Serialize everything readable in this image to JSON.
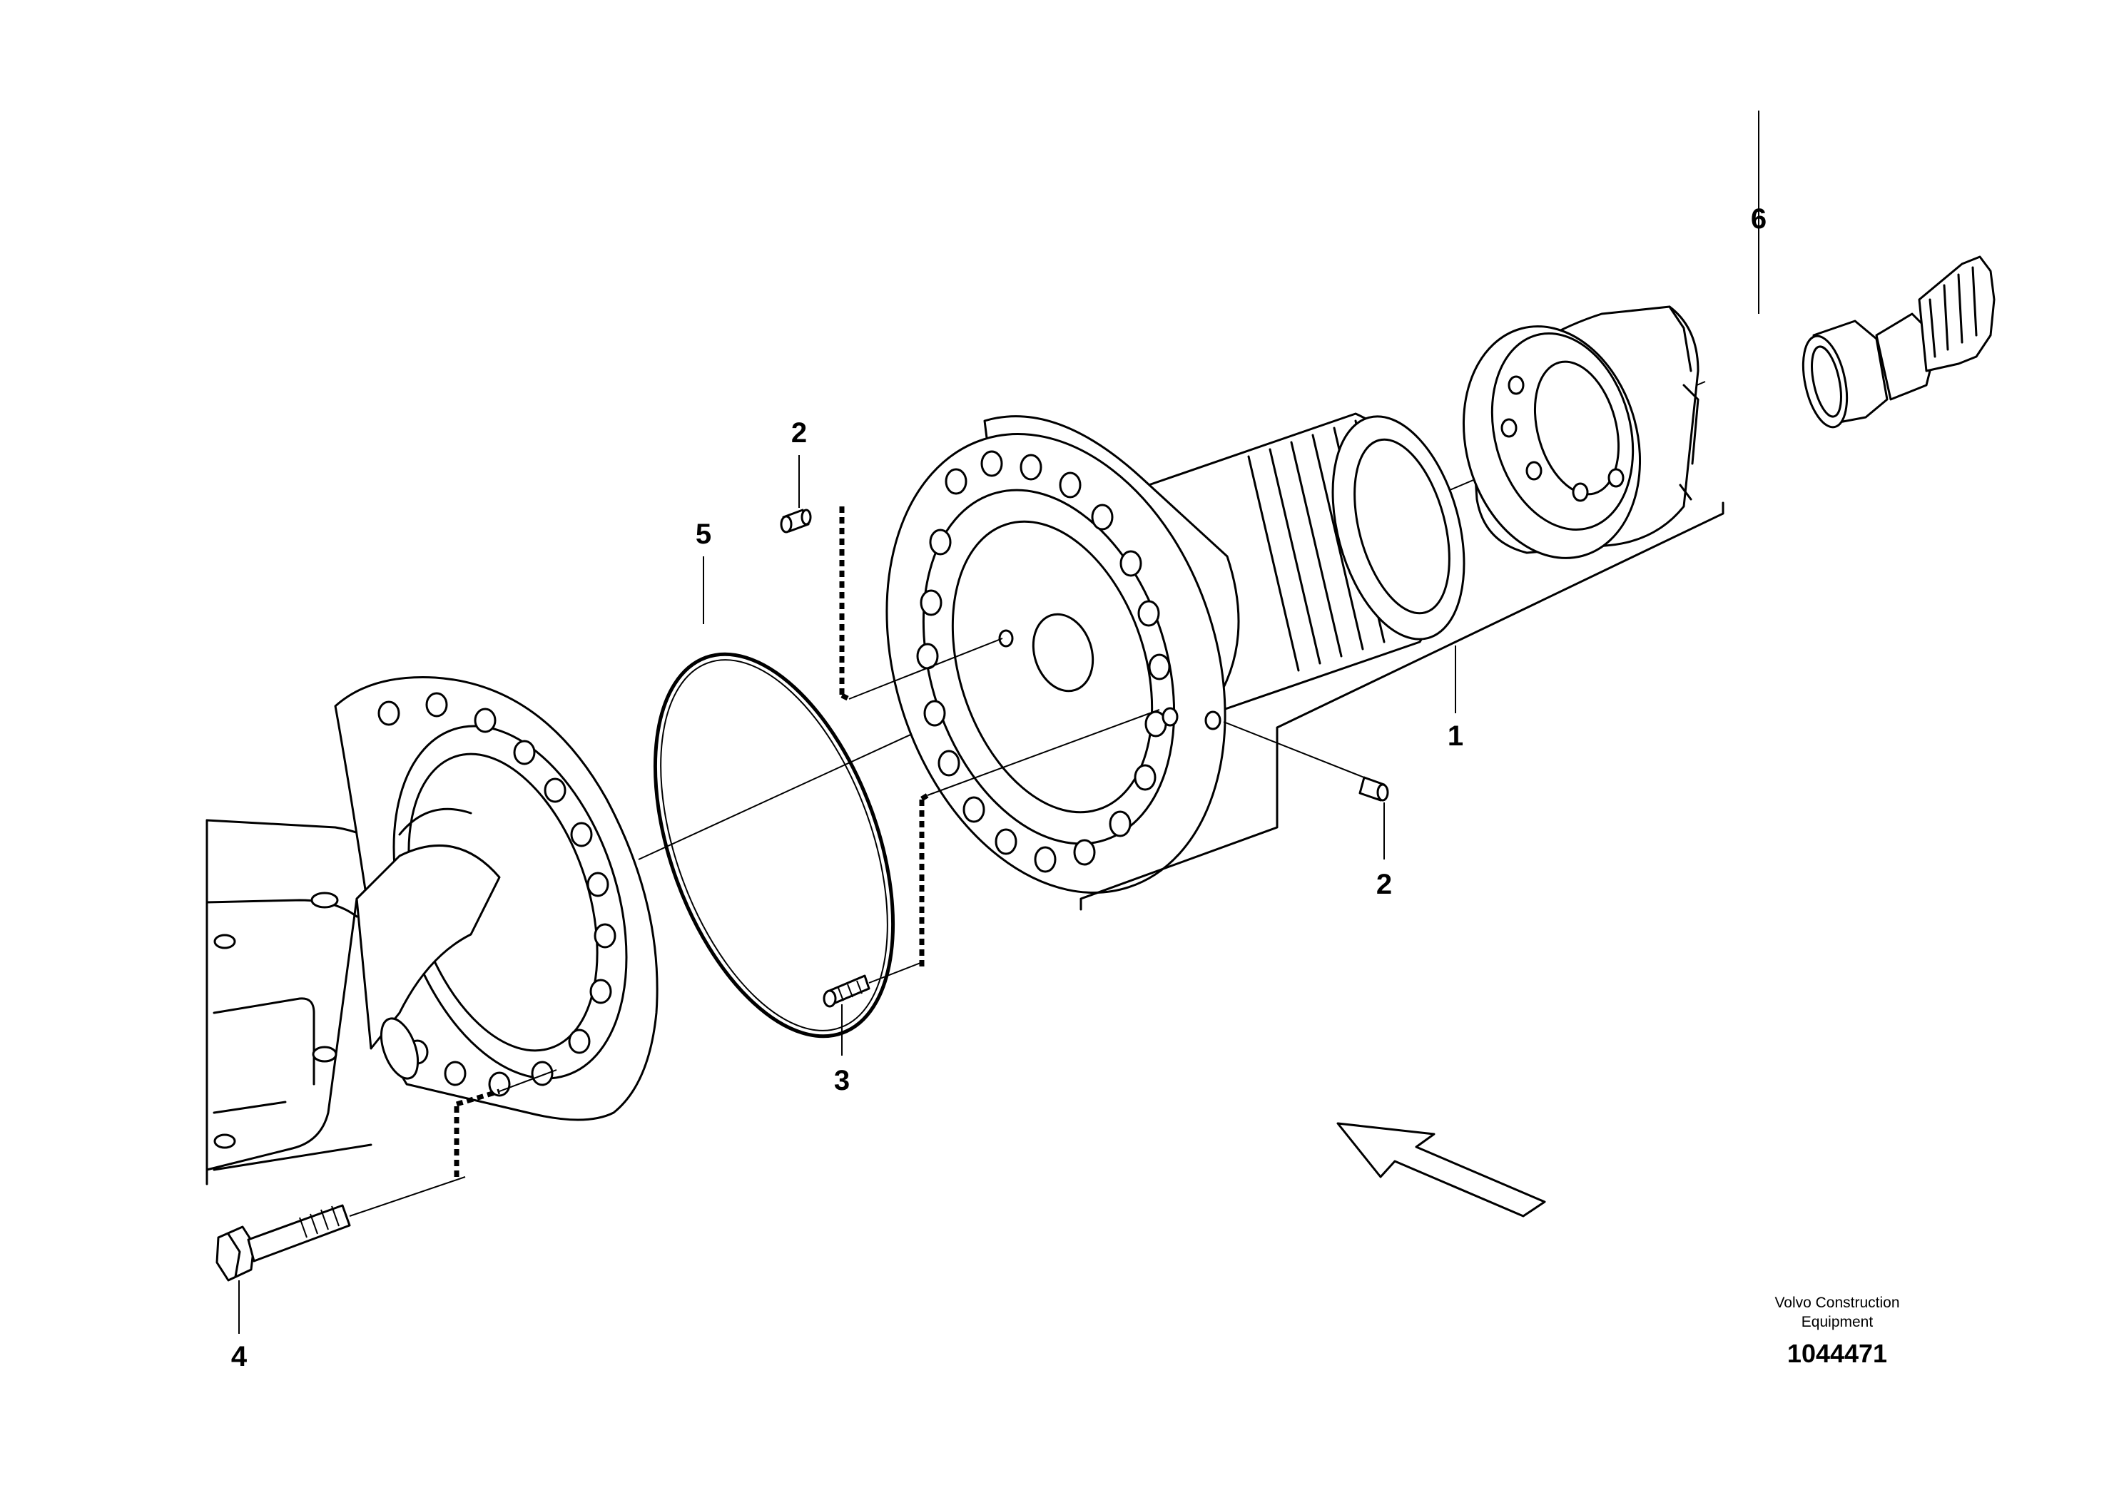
{
  "callouts": {
    "part_1": "1",
    "part_2_top": "2",
    "part_2_right": "2",
    "part_3": "3",
    "part_4": "4",
    "part_5": "5",
    "part_6": "6"
  },
  "footer": {
    "credit_line_1": "Volvo Construction",
    "credit_line_2": "Equipment",
    "drawing_number": "1044471"
  }
}
